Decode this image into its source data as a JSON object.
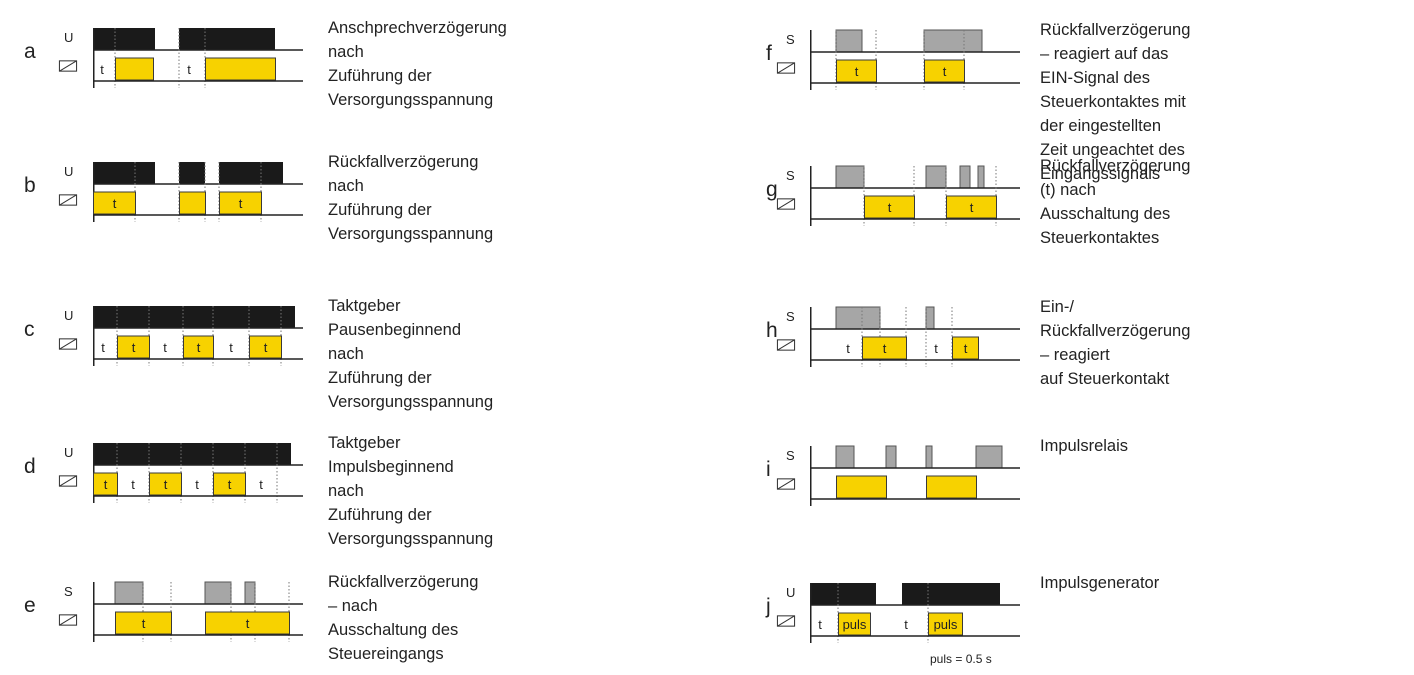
{
  "colors": {
    "supply": "#1a1a1a",
    "control": "#a6a6a6",
    "output": "#f7d200",
    "output_stroke": "#3a3a3a"
  },
  "icons": {
    "relay": "relay-coil-icon"
  },
  "rows": [
    {
      "id": "a",
      "letter": "a",
      "signal": "U",
      "desc": "Anschprechverzögerung nach\nZuführung der Versorgungsspannung",
      "top": [
        [
          0,
          62,
          "k"
        ],
        [
          86,
          182,
          "k"
        ]
      ],
      "bottom": [
        [
          22,
          60,
          "y",
          ""
        ],
        [
          112,
          182,
          "y",
          ""
        ]
      ],
      "dots": [
        22,
        86,
        112
      ],
      "tlabels": [
        [
          9,
          "t"
        ],
        [
          96,
          "t"
        ]
      ]
    },
    {
      "id": "b",
      "letter": "b",
      "signal": "U",
      "desc": "Rückfallverzögerung nach\nZuführung der Versorgungsspannung",
      "top": [
        [
          0,
          62,
          "k"
        ],
        [
          86,
          112,
          "k"
        ],
        [
          126,
          190,
          "k"
        ]
      ],
      "bottom": [
        [
          0,
          42,
          "y",
          "t"
        ],
        [
          86,
          112,
          "y",
          ""
        ],
        [
          126,
          168,
          "y",
          "t"
        ]
      ],
      "dots": [
        42,
        86,
        112,
        126,
        168
      ],
      "tlabels": []
    },
    {
      "id": "c",
      "letter": "c",
      "signal": "U",
      "desc": "Taktgeber Pausenbeginnend nach\nZuführung der Versorgungsspannung",
      "top": [
        [
          0,
          202,
          "k"
        ]
      ],
      "bottom": [
        [
          24,
          56,
          "y",
          "t"
        ],
        [
          90,
          120,
          "y",
          "t"
        ],
        [
          156,
          188,
          "y",
          "t"
        ]
      ],
      "dots": [
        24,
        56,
        90,
        120,
        156,
        188
      ],
      "tlabels": [
        [
          10,
          "t"
        ],
        [
          72,
          "t"
        ],
        [
          138,
          "t"
        ]
      ]
    },
    {
      "id": "d",
      "letter": "d",
      "signal": "U",
      "desc": "Taktgeber Impulsbeginnend nach\nZuführung der Versorgungsspannung",
      "top": [
        [
          0,
          198,
          "k"
        ]
      ],
      "bottom": [
        [
          0,
          24,
          "y",
          "t"
        ],
        [
          56,
          88,
          "y",
          "t"
        ],
        [
          120,
          152,
          "y",
          "t"
        ]
      ],
      "dots": [
        24,
        56,
        88,
        120,
        152,
        184
      ],
      "tlabels": [
        [
          40,
          "t"
        ],
        [
          104,
          "t"
        ],
        [
          168,
          "t"
        ]
      ]
    },
    {
      "id": "e",
      "letter": "e",
      "signal": "S",
      "desc": "Rückfallverzögerung – nach\nAusschaltung des Steuereingangs",
      "top": [
        [
          22,
          50,
          "g"
        ],
        [
          112,
          138,
          "g"
        ],
        [
          152,
          162,
          "g"
        ]
      ],
      "bottom": [
        [
          22,
          78,
          "y",
          "t"
        ],
        [
          112,
          196,
          "y",
          "t"
        ]
      ],
      "dots": [
        50,
        78,
        138,
        162,
        196
      ],
      "tlabels": []
    },
    {
      "id": "f",
      "letter": "f",
      "signal": "S",
      "desc": "Rückfallverzögerung – reagiert auf das\nEIN-Signal des Steuerkontaktes mit\nder eingestellten Zeit ungeachtet des\nEingangssignals",
      "top": [
        [
          26,
          52,
          "g"
        ],
        [
          114,
          172,
          "g"
        ]
      ],
      "bottom": [
        [
          26,
          66,
          "y",
          "t"
        ],
        [
          114,
          154,
          "y",
          "t"
        ]
      ],
      "dots": [
        26,
        66,
        114,
        154
      ],
      "tlabels": []
    },
    {
      "id": "g",
      "letter": "g",
      "signal": "S",
      "desc": "Rückfallverzögerung (t) nach\nAusschaltung des Steuerkontaktes",
      "top": [
        [
          26,
          54,
          "g"
        ],
        [
          116,
          136,
          "g"
        ],
        [
          150,
          160,
          "g"
        ],
        [
          168,
          174,
          "g"
        ]
      ],
      "bottom": [
        [
          54,
          104,
          "y",
          "t"
        ],
        [
          136,
          186,
          "y",
          "t"
        ]
      ],
      "dots": [
        54,
        104,
        136,
        186
      ],
      "tlabels": []
    },
    {
      "id": "h",
      "letter": "h",
      "signal": "S",
      "desc": "Ein-/ Rückfallverzögerung – reagiert\nauf Steuerkontakt",
      "top": [
        [
          26,
          70,
          "g"
        ],
        [
          116,
          124,
          "g"
        ]
      ],
      "bottom": [
        [
          52,
          96,
          "y",
          "t"
        ],
        [
          142,
          168,
          "y",
          "t"
        ]
      ],
      "dots": [
        52,
        70,
        96,
        116,
        142
      ],
      "tlabels": [
        [
          38,
          "t"
        ],
        [
          126,
          "t"
        ]
      ]
    },
    {
      "id": "i",
      "letter": "i",
      "signal": "S",
      "desc": "Impulsrelais",
      "top": [
        [
          26,
          44,
          "g"
        ],
        [
          76,
          86,
          "g"
        ],
        [
          116,
          122,
          "g"
        ],
        [
          166,
          192,
          "g"
        ]
      ],
      "bottom": [
        [
          26,
          76,
          "y",
          ""
        ],
        [
          116,
          166,
          "y",
          ""
        ]
      ],
      "dots": [],
      "tlabels": []
    },
    {
      "id": "j",
      "letter": "j",
      "signal": "U",
      "desc": "Impulsgenerator",
      "top": [
        [
          0,
          66,
          "k"
        ],
        [
          92,
          190,
          "k"
        ]
      ],
      "bottom": [
        [
          28,
          60,
          "y",
          "puls"
        ],
        [
          118,
          152,
          "y",
          "puls"
        ]
      ],
      "dots": [
        28,
        118
      ],
      "tlabels": [
        [
          10,
          "t"
        ],
        [
          96,
          "t"
        ]
      ]
    }
  ],
  "footnote": "puls = 0.5 s"
}
